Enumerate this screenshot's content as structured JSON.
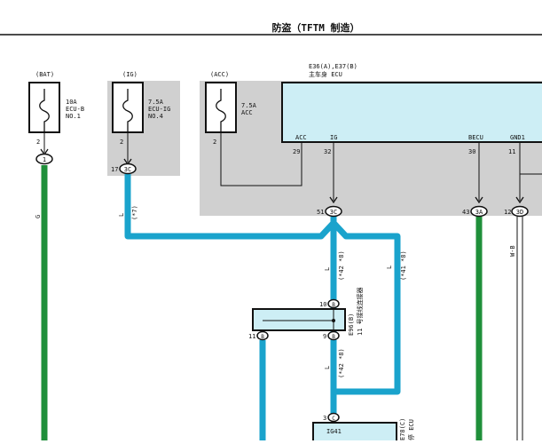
{
  "header": {
    "title": "防盗（TFTM 制造）"
  },
  "fuses": [
    {
      "source": "(BAT)",
      "rating": "10A",
      "name": "ECU-B",
      "no": "NO.1",
      "pin": "2"
    },
    {
      "source": "(IG)",
      "rating": "7.5A",
      "name": "ECU-IG",
      "no": "NO.4",
      "pin": "2"
    },
    {
      "source": "(ACC)",
      "rating": "7.5A",
      "name": "ACC",
      "pin": "2"
    }
  ],
  "ecu": {
    "connector": "E36(A),E37(B)",
    "name": "主车身 ECU",
    "terminals": [
      {
        "name": "ACC",
        "pin": "29"
      },
      {
        "name": "IG",
        "pin": "32"
      },
      {
        "name": "BECU",
        "pin": "30"
      },
      {
        "name": "GND1",
        "pin": "11"
      }
    ]
  },
  "connectors": [
    {
      "pin": "1",
      "id": "1"
    },
    {
      "pin": "17",
      "id": "3C"
    },
    {
      "pin": "51",
      "id": "3C"
    },
    {
      "pin": "43",
      "id": "3A"
    },
    {
      "pin": "12",
      "id": "3D"
    }
  ],
  "wire_labels": {
    "g": "G",
    "l1": "L",
    "n7": "(*7)",
    "l2": "L",
    "n42a": "(*42 *8)",
    "l3": "L",
    "n41": "(*41 *8)",
    "l4": "L",
    "n42b": "(*42 *8)",
    "wb": "W-B"
  },
  "junction": {
    "pin_top": "10",
    "id_top": "B",
    "pin_l": "11",
    "id_l": "B",
    "pin_r": "9",
    "id_r": "B",
    "connector": "E96(B)",
    "name": "11 号接线连接器"
  },
  "bottom": {
    "pin": "3",
    "id": "C",
    "name": "IG41",
    "label1": "E78(C)",
    "label2": "停 ECU"
  },
  "colors": {
    "wire_blue": "#1aa3cc",
    "wire_green": "#1f8f3a",
    "shaded": "#d0d0d0",
    "ecu_fill": "#cdeef5",
    "junction_fill": "#cdeef5"
  }
}
